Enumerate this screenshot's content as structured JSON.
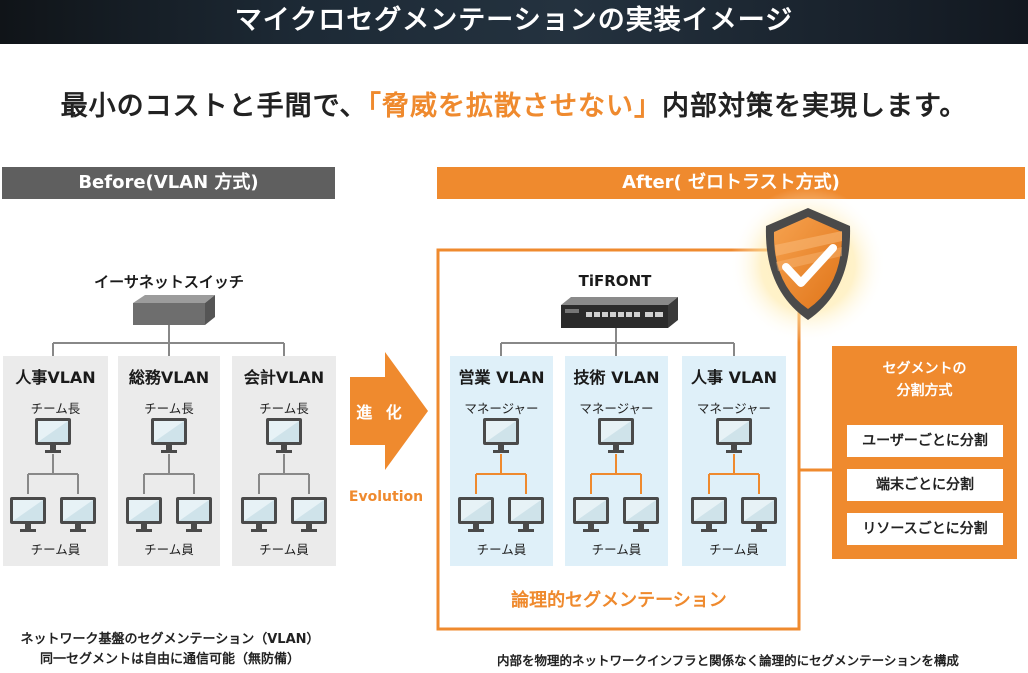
{
  "banner": {
    "title": "マイクロセグメンテーションの実装イメージ"
  },
  "headline": {
    "pre": "最小のコストと手間で、",
    "emphasis": "「脅威を拡散させない」",
    "post": "内部対策を実現します。"
  },
  "before": {
    "header": "Before(VLAN 方式)",
    "switch_label": "イーサネットスイッチ",
    "vlans": [
      {
        "title": "人事VLAN",
        "leader": "チーム長",
        "members": "チーム員"
      },
      {
        "title": "総務VLAN",
        "leader": "チーム長",
        "members": "チーム員"
      },
      {
        "title": "会計VLAN",
        "leader": "チーム長",
        "members": "チーム員"
      }
    ],
    "caption_line1": "ネットワーク基盤のセグメンテーション（VLAN）",
    "caption_line2": "同一セグメントは自由に通信可能（無防備）"
  },
  "evolution": {
    "label_ja": "進 化",
    "label_en": "Evolution"
  },
  "after": {
    "header": "After( ゼロトラスト方式)",
    "device_label": "TiFRONT",
    "vlans": [
      {
        "title": "営業 VLAN",
        "leader": "マネージャー",
        "members": "チーム員"
      },
      {
        "title": "技術 VLAN",
        "leader": "マネージャー",
        "members": "チーム員"
      },
      {
        "title": "人事 VLAN",
        "leader": "マネージャー",
        "members": "チーム員"
      }
    ],
    "logical_label": "論理的セグメンテーション",
    "caption": "内部を物理的ネットワークインフラと関係なく論理的にセグメンテーションを構成"
  },
  "segmentation": {
    "title_line1": "セグメントの",
    "title_line2": "分割方式",
    "options": [
      "ユーザーごとに分割",
      "端末ごとに分割",
      "リソースごとに分割"
    ]
  },
  "colors": {
    "accent": "#ef8a2e",
    "before_panel": "#ebebeb",
    "after_panel": "#dff0f9",
    "before_bar": "#5f5f5f"
  }
}
